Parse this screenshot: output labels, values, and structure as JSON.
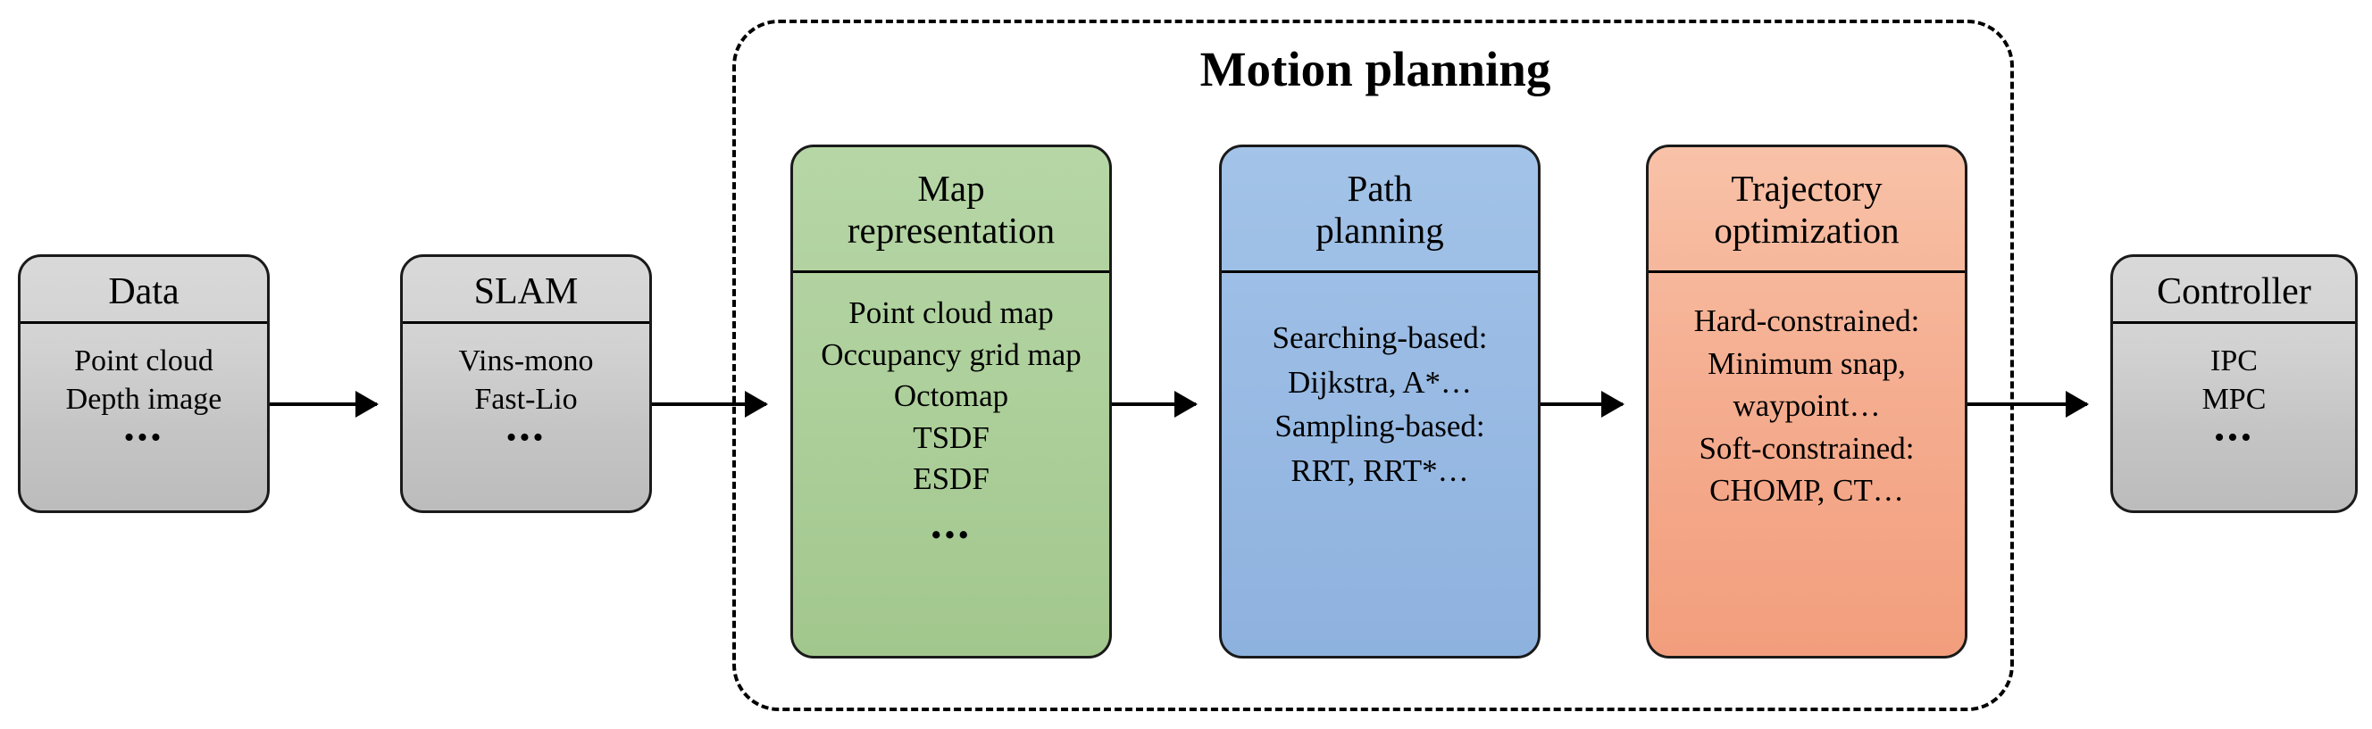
{
  "diagram": {
    "title": "Motion planning",
    "group_label": "Motion planning",
    "accent_colors": {
      "gray": "#cccccc",
      "green": "#a9cd97",
      "blue": "#93b8e6",
      "orange": "#f4a481",
      "outline": "#000000"
    },
    "nodes": [
      {
        "id": "data",
        "title_lines": [
          "Data"
        ],
        "items": [
          "Point cloud",
          "Depth image",
          "•••"
        ],
        "color": "gray"
      },
      {
        "id": "slam",
        "title_lines": [
          "SLAM"
        ],
        "items": [
          "Vins-mono",
          "Fast-Lio",
          "•••"
        ],
        "color": "gray"
      },
      {
        "id": "map-representation",
        "title_lines": [
          "Map",
          "representation"
        ],
        "items": [
          "Point cloud map",
          "Occupancy grid map",
          "Octomap",
          "TSDF",
          "ESDF",
          "•••"
        ],
        "color": "green"
      },
      {
        "id": "path-planning",
        "title_lines": [
          "Path",
          "planning"
        ],
        "items": [
          "Searching-based:",
          "Dijkstra, A*…",
          "Sampling-based:",
          "RRT, RRT*…"
        ],
        "color": "blue"
      },
      {
        "id": "trajectory-optimization",
        "title_lines": [
          "Trajectory",
          "optimization"
        ],
        "items": [
          "Hard-constrained:",
          "Minimum snap,",
          "waypoint…",
          "Soft-constrained:",
          "CHOMP, CT…"
        ],
        "color": "orange"
      },
      {
        "id": "controller",
        "title_lines": [
          "Controller"
        ],
        "items": [
          "IPC",
          "MPC",
          "•••"
        ],
        "color": "gray"
      }
    ],
    "arrows": [
      {
        "from": "data",
        "to": "slam"
      },
      {
        "from": "slam",
        "to": "map-representation"
      },
      {
        "from": "map-representation",
        "to": "path-planning"
      },
      {
        "from": "path-planning",
        "to": "trajectory-optimization"
      },
      {
        "from": "trajectory-optimization",
        "to": "controller"
      }
    ]
  }
}
